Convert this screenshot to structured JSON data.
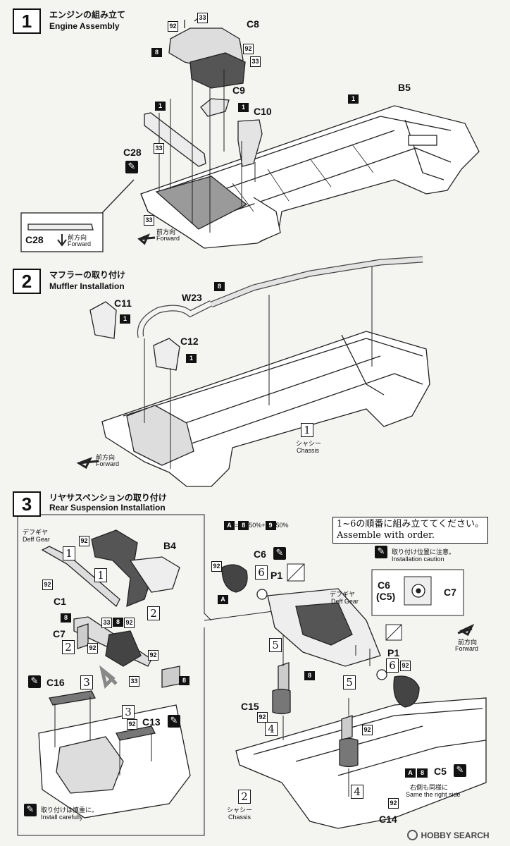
{
  "steps": [
    {
      "number": "1",
      "title_jp": "エンジンの組み立て",
      "title_en": "Engine Assembly"
    },
    {
      "number": "2",
      "title_jp": "マフラーの取り付け",
      "title_en": "Muffler Installation"
    },
    {
      "number": "3",
      "title_jp": "リヤサスペンションの取り付け",
      "title_en": "Rear Suspension Installation"
    }
  ],
  "parts": {
    "c8": "C8",
    "b5": "B5",
    "c9": "C9",
    "c10": "C10",
    "c28": "C28",
    "c28_inset": "C28",
    "c11": "C11",
    "w23": "W23",
    "c12": "C12",
    "b4": "B4",
    "c1": "C1",
    "c7": "C7",
    "c16": "C16",
    "c13": "C13",
    "c6": "C6",
    "p1": "P1",
    "p1b": "P1",
    "c15": "C15",
    "c14": "C14",
    "c5": "C5",
    "inset_c6": "C6",
    "inset_c5": "(C5)",
    "inset_c7": "C7"
  },
  "callouts": {
    "n1": "1",
    "n8": "8",
    "n33": "33",
    "n92": "92",
    "n9": "9",
    "a": "A"
  },
  "seq": {
    "s1": "1",
    "s2": "2",
    "s3": "3",
    "s4": "4",
    "s5": "5",
    "s6": "6"
  },
  "labels": {
    "forward_jp": "前方向",
    "forward_en": "Forward",
    "chassis_jp": "シャシー",
    "chassis_en": "Chassis",
    "deff_gear_jp": "デフギヤ",
    "deff_gear_en": "Deff Gear",
    "install_carefully_jp": "取り付けは慎重に。",
    "install_carefully_en": "Install carefully",
    "caution_jp": "取り付け位置に注意。",
    "caution_en": "Installation caution",
    "same_right_jp": "右側も同様に",
    "same_right_en": "Same the right side",
    "order_jp": "1~6の順番に組み立ててください。",
    "order_en": "Assemble with order.",
    "mix_50a": "50%",
    "mix_plus": "+",
    "mix_50b": "50%",
    "mix_eq": "="
  },
  "watermark": "HOBBY SEARCH"
}
